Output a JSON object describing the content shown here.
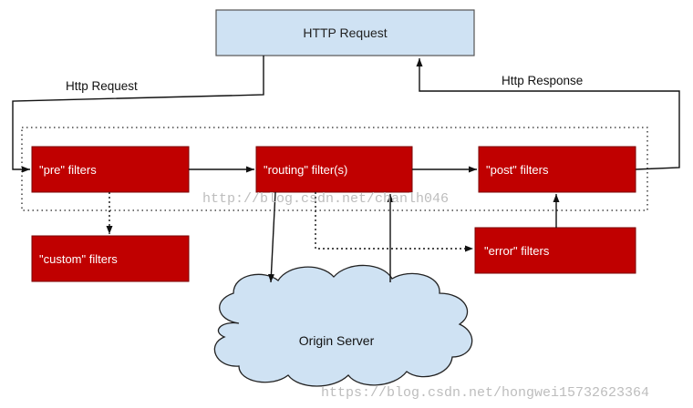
{
  "diagram": {
    "nodes": {
      "http_request": "HTTP Request",
      "pre": "\"pre\" filters",
      "routing": "\"routing\" filter(s)",
      "post": "\"post\" filters",
      "custom": "\"custom\" filters",
      "error": "\"error\" filters",
      "origin": "Origin Server"
    },
    "edges": {
      "request_label": "Http Request",
      "response_label": "Http Response"
    },
    "watermarks": {
      "middle": "http://blog.csdn.net/chanlh046",
      "bottom": "https://blog.csdn.net/hongwei15732623364"
    }
  },
  "colors": {
    "filter_fill": "#c00000",
    "filter_border": "#7a0000",
    "request_fill": "#cfe2f3",
    "cloud_fill": "#cfe2f3",
    "line": "#111111"
  }
}
